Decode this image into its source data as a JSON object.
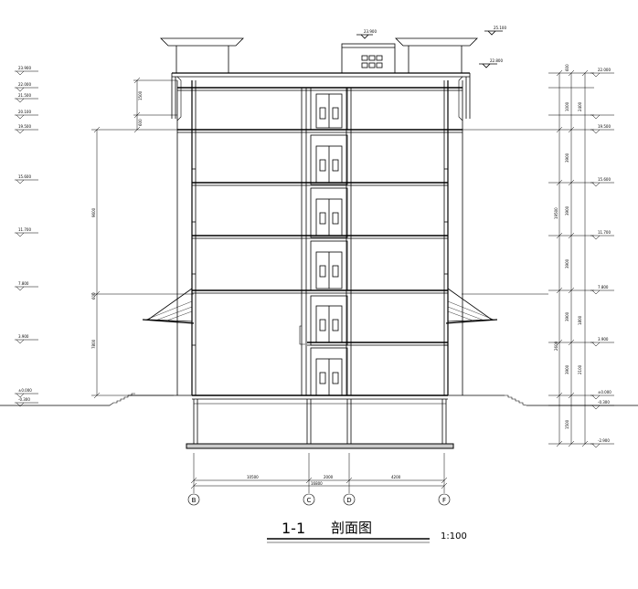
{
  "title": {
    "section_label": "1-1",
    "name": "剖面图",
    "scale": "1:100"
  },
  "axes": [
    "B",
    "C",
    "D",
    "F"
  ],
  "overall_width": "16800",
  "bay_widths": [
    "10500",
    "2000",
    "4200"
  ],
  "elevations_left": [
    "23.900",
    "22.000",
    "21.500",
    "20.100",
    "19.500",
    "15.600",
    "11.700",
    "7.800",
    "3.900",
    "±0.000",
    "-0.300"
  ],
  "elevations_right": [
    "22.000",
    "19.500",
    "15.600",
    "11.700",
    "7.800",
    "3.900",
    "±0.000",
    "-0.300",
    "-2.900"
  ],
  "roof_elevations": [
    "23.900",
    "25.100",
    "22.800"
  ],
  "left_dims": [
    "1500",
    "600",
    "9600",
    "600",
    "7800"
  ],
  "right_dims": [
    "600",
    "1000",
    "2400",
    "3900",
    "3900",
    "3900",
    "3900",
    "3900",
    "1800",
    "2100",
    "1500",
    "19500",
    "2600"
  ]
}
